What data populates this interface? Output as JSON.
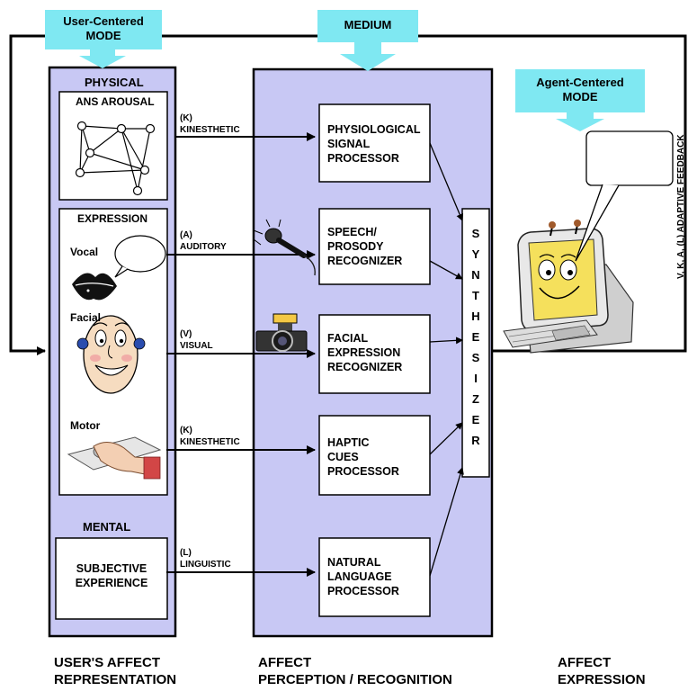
{
  "modes": {
    "user_centered": "User-Centered\nMODE",
    "medium": "MEDIUM",
    "agent_centered": "Agent-Centered\nMODE"
  },
  "user_panel": {
    "physical": "PHYSICAL",
    "ans_arousal": "ANS AROUSAL",
    "expression": "EXPRESSION",
    "vocal": "Vocal",
    "facial": "Facial",
    "motor": "Motor",
    "mental": "MENTAL",
    "subjective_experience": "SUBJECTIVE\nEXPERIENCE"
  },
  "channels": [
    {
      "code": "(K)",
      "name": "KINESTHETIC"
    },
    {
      "code": "(A)",
      "name": "AUDITORY"
    },
    {
      "code": "(V)",
      "name": "VISUAL"
    },
    {
      "code": "(K)",
      "name": "KINESTHETIC"
    },
    {
      "code": "(L)",
      "name": "LINGUISTIC"
    }
  ],
  "processors": [
    "PHYSIOLOGICAL\nSIGNAL\nPROCESSOR",
    "SPEECH/\nPROSODY\nRECOGNIZER",
    "FACIAL\nEXPRESSION\nRECOGNIZER",
    "HAPTIC\nCUES\nPROCESSOR",
    "NATURAL\nLANGUAGE\nPROCESSOR"
  ],
  "synthesizer": [
    "S",
    "Y",
    "N",
    "T",
    "H",
    "E",
    "S",
    "I",
    "Z",
    "E",
    "R"
  ],
  "feedback_label": "V, K, A, (L) ADAPTIVE FEEDBACK",
  "column_titles": {
    "user": "USER'S AFFECT\nREPRESENTATION",
    "perception": "AFFECT\nPERCEPTION / RECOGNITION",
    "expression": "AFFECT\nEXPRESSION"
  },
  "colors": {
    "panel_fill": "#c8c8f4",
    "mode_fill": "#7fe8f2",
    "line": "#000000",
    "box_fill": "#ffffff"
  }
}
